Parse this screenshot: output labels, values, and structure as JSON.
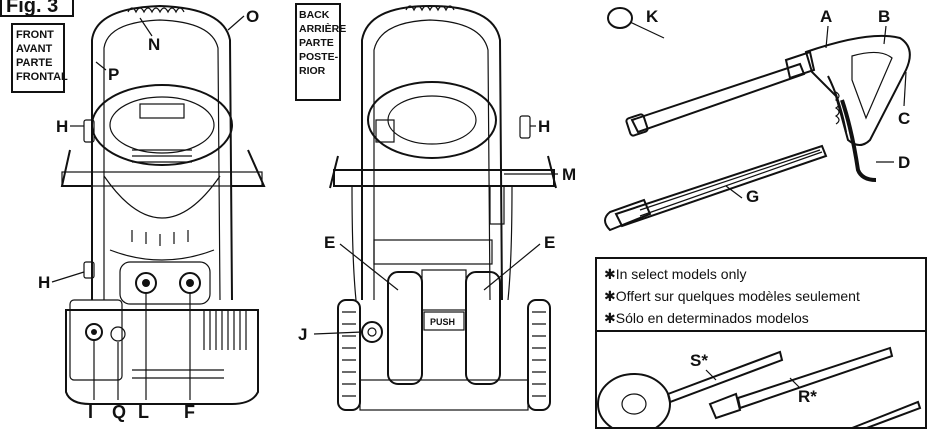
{
  "figure_label": "Fig. 3",
  "front_box": [
    "FRONT",
    "AVANT",
    "PARTE",
    "FRONTAL"
  ],
  "back_box": [
    "BACK",
    "ARRIÈRE",
    "PARTE",
    "POSTE-",
    "RIOR"
  ],
  "callouts": {
    "A": "A",
    "B": "B",
    "C": "C",
    "D": "D",
    "E": "E",
    "F": "F",
    "G": "G",
    "H": "H",
    "I": "I",
    "J": "J",
    "K": "K",
    "L": "L",
    "M": "M",
    "N": "N",
    "O": "O",
    "P": "P",
    "Q": "Q",
    "R": "R*",
    "S": "S*"
  },
  "push_label": "PUSH",
  "notes": [
    "In select models only",
    "Offert sur quelques modèles seulement",
    "Sólo en determinados modelos"
  ]
}
